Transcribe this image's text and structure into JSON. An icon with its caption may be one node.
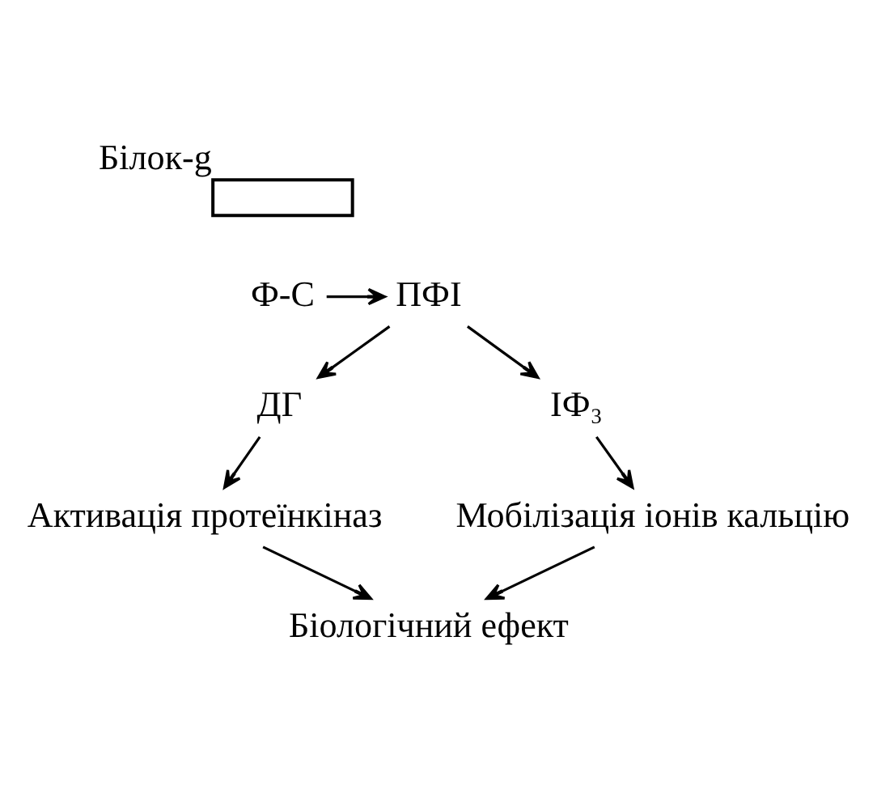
{
  "diagram": {
    "nodes": [
      {
        "text": [],
        "shape": "box",
        "beside": [
          "Білок-g"
        ]
      },
      {
        "text": [
          "ПФІ"
        ]
      },
      {
        "text": [
          "Ф-С"
        ]
      },
      {
        "text": [
          "ДГ"
        ]
      },
      {
        "text": [
          "IФ₃"
        ]
      },
      {
        "text": [
          "Активація протеїнкіназ"
        ]
      },
      {
        "text": [
          "Мобілізація іонів кальцію"
        ]
      },
      {
        "text": [
          "Біологічний ефект"
        ]
      }
    ],
    "edges": [
      {
        "from": 2,
        "to": 1,
        "arrow": "to"
      },
      {
        "from": 1,
        "to": 3,
        "arrow": "to"
      },
      {
        "from": 1,
        "to": 4,
        "arrow": "to"
      },
      {
        "from": 4,
        "to": 6,
        "arrow": "to"
      },
      {
        "from": 3,
        "to": 5,
        "arrow": "to"
      },
      {
        "from": 5,
        "to": 7,
        "arrow": "to"
      },
      {
        "from": 6,
        "to": 7,
        "arrow": "to"
      }
    ]
  }
}
